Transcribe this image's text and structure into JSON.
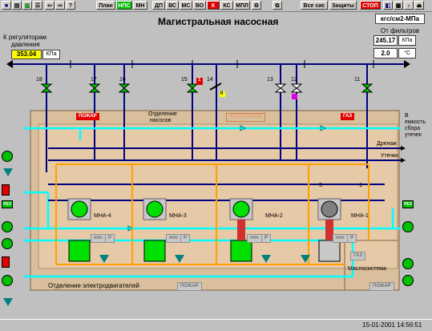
{
  "toolbar": {
    "plan_label": "План",
    "nps_label": "НПС",
    "mn_label": "МН",
    "btn_dp": "ДП",
    "btn_vs": "ВС",
    "btn_mc": "МС",
    "btn_vo": "ВО",
    "btn_k": "К",
    "btn_ks": "КС",
    "btn_mpl": "МПЛ",
    "all_sys_label": "Все сис",
    "protections_label": "Защиты",
    "stop_label": "СТОП"
  },
  "title": "Магистральная насосная",
  "units_label": "кгс/см2-МПа",
  "left_pressure": {
    "label_line1": "К регуляторам",
    "label_line2": "давления",
    "value": "353.04",
    "unit": "КПа"
  },
  "right_pressure": {
    "label": "От фильтров",
    "value": "245.17",
    "unit": "КПа"
  },
  "temperature": {
    "value": "2.0",
    "unit": "°С"
  },
  "valve_numbers": [
    "18",
    "17",
    "16",
    "15",
    "14",
    "13",
    "12",
    "11"
  ],
  "valve_flags": {
    "v15": "1",
    "v14": "0"
  },
  "sections": {
    "pump_dept_line1": "Отделение",
    "pump_dept_line2": "насосов",
    "motor_dept": "Отделение электродвигателей",
    "oil_system": "Маслосистема"
  },
  "tags": {
    "fire_top": "ПОЖАР",
    "flood": "ЗАТОПЛЕНИЕ",
    "gas_top": "ГАЗ",
    "gas_oil": "ГАЗ",
    "fire_bottom": "ПОЖАР",
    "fire_right": "ПОЖАР"
  },
  "right_labels": {
    "to_tank_line1": "В",
    "to_tank_line2": "емкость",
    "to_tank_line3": "сбора",
    "to_tank_line4": "утечек",
    "drain": "Дренаж",
    "leaks": "Утечки"
  },
  "pumps": [
    {
      "name": "МНА-4",
      "state": "on"
    },
    {
      "name": "МНА-3",
      "state": "on"
    },
    {
      "name": "МНА-2",
      "state": "on"
    },
    {
      "name": "МНА-1",
      "state": "off"
    }
  ],
  "pump_aux_label": "min",
  "pump_aux_p": "P",
  "small_valve_numbers": {
    "v5": "5",
    "v1": "1"
  },
  "left_indicator": "РЕЗ",
  "right_indicator": "РЕЗ",
  "timestamp": "15-01-2001 14:56:51",
  "colors": {
    "pipe_main": "#000080",
    "pipe_cyan": "#00ffff",
    "pipe_orange": "#ffa000",
    "room": "#d9bf9c",
    "room_inner": "#e6c9a6",
    "on": "#00e000",
    "alarm": "#e00000"
  }
}
